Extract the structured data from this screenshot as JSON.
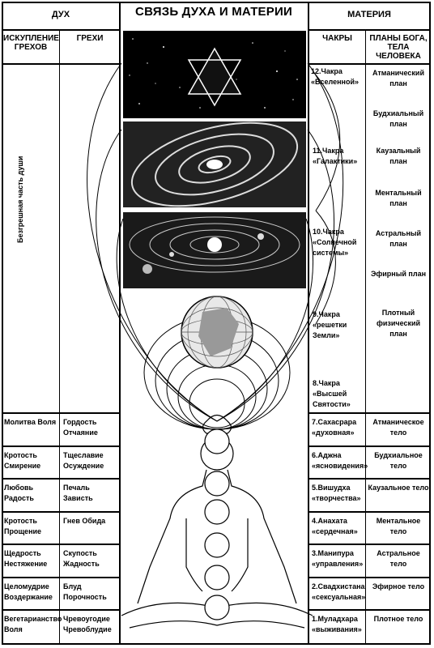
{
  "header": {
    "spirit": "ДУХ",
    "title": "СВЯЗЬ ДУХА И МАТЕРИИ",
    "matter": "МАТЕРИЯ"
  },
  "columns": {
    "atonement": "ИСКУПЛЕНИЕ ГРЕХОВ",
    "sins": "ГРЕХИ",
    "chakras": "ЧАКРЫ",
    "planes": "ПЛАНЫ БОГА, ТЕЛА ЧЕЛОВЕКА"
  },
  "sinless_part": "Безгрешная часть души",
  "upper_chakras": [
    {
      "label": "12.Чакра «Вселенной»",
      "plane": "Атманический план"
    },
    {
      "label": "11.Чакра «Галактики»",
      "plane": "Будхиальный план"
    },
    {
      "label": "10.Чакра «Солнечной системы»",
      "plane": "Каузальный план"
    },
    {
      "label": "9.Чакра «решетки Земли»",
      "plane": "Ментальный план"
    },
    {
      "label": "8.Чакра «Высшей Святости»",
      "plane": "Астральный план"
    }
  ],
  "extra_planes": [
    "Эфирный план",
    "Плотный физический план"
  ],
  "rows": [
    {
      "virtue": "Молитва Воля",
      "sin": "Гордость Отчаяние",
      "chakra": "7.Сахасрара «духовная»",
      "body": "Атманическое тело"
    },
    {
      "virtue": "Кротость Смирение",
      "sin": "Тщеславие Осуждение",
      "chakra": "6.Аджна «ясновидения»",
      "body": "Будхиальное тело"
    },
    {
      "virtue": "Любовь Радость",
      "sin": "Печаль Зависть",
      "chakra": "5.Вишудха «творчества»",
      "body": "Каузальное тело"
    },
    {
      "virtue": "Кротость Прощение",
      "sin": "Гнев Обида",
      "chakra": "4.Анахата «сердечная»",
      "body": "Ментальное тело"
    },
    {
      "virtue": "Щедрость Нестяжение",
      "sin": "Скупость Жадность",
      "chakra": "3.Манипура «управления»",
      "body": "Астральное тело"
    },
    {
      "virtue": "Целомудрие Воздержание",
      "sin": "Блуд Порочность",
      "chakra": "2.Свадхистана «сексуальная»",
      "body": "Эфирное тело"
    },
    {
      "virtue": "Вегетарианство Воля",
      "sin": "Чревоугодие Чревоблудие",
      "chakra": "1.Муладхара «выживания»",
      "body": "Плотное тело"
    }
  ]
}
